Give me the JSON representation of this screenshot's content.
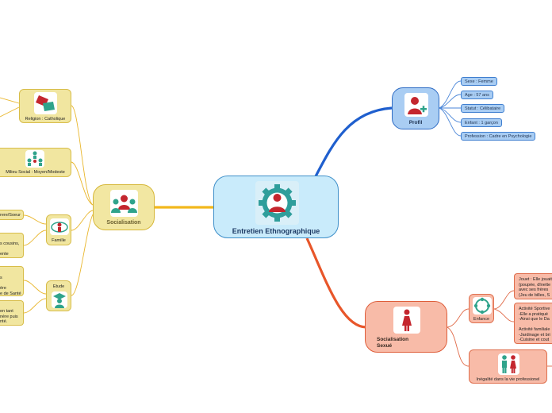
{
  "center": {
    "title": "Entretien Ethnographique"
  },
  "profil": {
    "title": "Profil",
    "items": [
      "Sexe : Femme",
      "Age : 57 ans",
      "Statut : Célibataire",
      "Enfant : 1 garçon",
      "Profession : Cadre en Psychologie"
    ]
  },
  "socialisation": {
    "title": "Socialisation",
    "religion": "Religion : Catholique",
    "milieu": "Milieu Social : Moyen/Modeste",
    "famille": "Famille",
    "famille_leaf1": "rere/Soeur",
    "famille_leaf2a": "s cousins,",
    "famille_leaf2b": "ente",
    "etude": "Etude",
    "etude_leaf1": "s\n\nère\ne de Santé",
    "etude_leaf2": "en tant\nnère puis\nnté."
  },
  "sexue": {
    "title": "Socialisation\nSexué",
    "enfance": "Enfance",
    "enfance_leaf1": "Jouet : Elle jouait\n(poupée, dînette\navec ses frères\n(Jeu de billes, S",
    "enfance_leaf2": "Activité Sportive\n-Elle a pratiqué\n-Ainsi que le Da\n\nActivité familiale\n-Jardinage et bri\n-Cuisine et cout",
    "inegalite": "Inégalité dans la vie professionel"
  },
  "colors": {
    "blue_branch": "#1f5fce",
    "yellow_branch": "#f2b81c",
    "red_branch": "#e8562a"
  }
}
